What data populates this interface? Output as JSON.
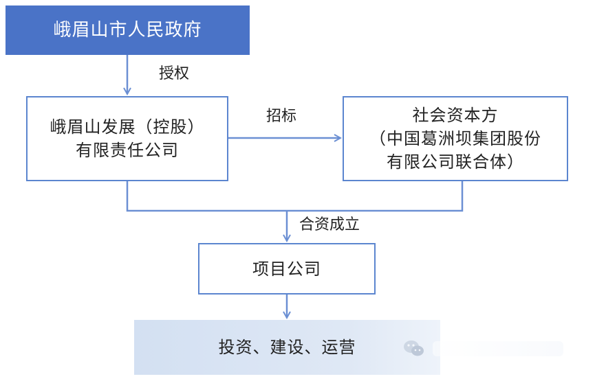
{
  "nodes": {
    "government": "峨眉山市人民政府",
    "dev_holding": [
      "峨眉山发展（控股）",
      "有限责任公司"
    ],
    "social_capital": [
      "社会资本方",
      "（中国葛洲坝集团股份",
      "有限公司联合体）"
    ],
    "project_company": "项目公司",
    "operations": "投资、建设、运营"
  },
  "edges": {
    "authorize": "授权",
    "tender": "招标",
    "joint_venture": "合资成立"
  },
  "colors": {
    "primary_fill": "#4a73c7",
    "box_border": "#5b85cf",
    "light_fill": "#d3e0f2",
    "connector": "#6b8fd3"
  },
  "icons": {
    "watermark": "wechat-icon"
  }
}
